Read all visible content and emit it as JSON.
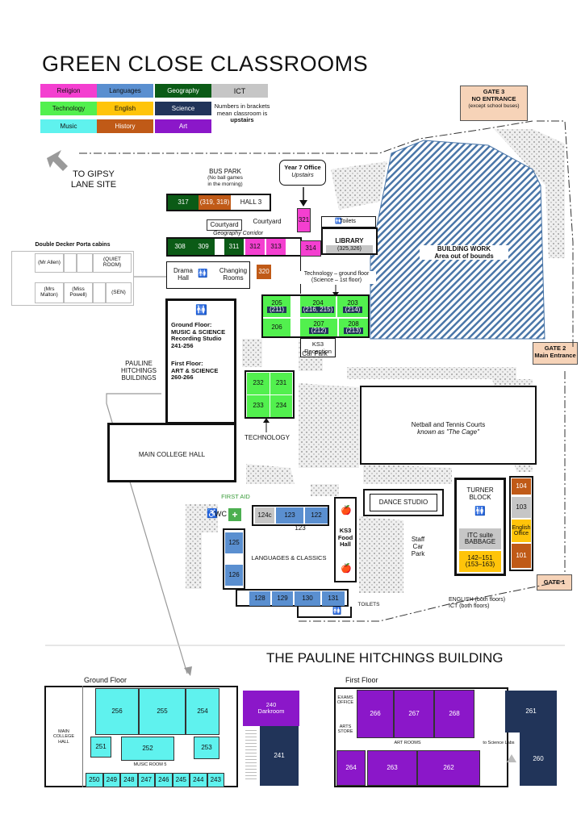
{
  "title": "GREEN CLOSE CLASSROOMS",
  "subtitle": "THE PAULINE HITCHINGS BUILDING",
  "colors": {
    "religion": "#f43fd0",
    "languages": "#5a8fd0",
    "geography": "#0b5b16",
    "ict": "#c6c6c6",
    "technology": "#52f04e",
    "english": "#ffc40a",
    "science": "#213459",
    "music": "#5ff2ee",
    "history": "#c05a17",
    "art": "#8b17c9",
    "gate": "#f6d3b8",
    "hatch": "#4a76a8"
  },
  "legend": {
    "religion": "Religion",
    "languages": "Languages",
    "geography": "Geography",
    "ict": "ICT",
    "technology": "Technology",
    "english": "English",
    "science": "Science",
    "music": "Music",
    "history": "History",
    "art": "Art",
    "note_line1": "Numbers in brackets",
    "note_line2": "mean classroom is",
    "note_line3": "upstairs"
  },
  "gates": {
    "g3_title": "GATE 3",
    "g3_line2": "NO ENTRANCE",
    "g3_line3": "(except school buses)",
    "g2_title": "GATE 2",
    "g2_line2": "Main Entrance",
    "g1_title": "GATE 1"
  },
  "labels": {
    "gipsy1": "TO GIPSY",
    "gipsy2": "LANE SITE",
    "bus_park": "BUS PARK",
    "bus_park_note1": "(No ball games",
    "bus_park_note2": "in the morning)",
    "y7_title": "Year 7 Office",
    "y7_sub": "Upstairs",
    "courtyard1": "Courtyard",
    "courtyard2": "Courtyard",
    "geo_corridor": "Geography Corridor",
    "toilets": "Toilets",
    "library": "LIBRARY",
    "library_rooms": "(325,326)",
    "building_work1": "BUILDING WORK",
    "building_work2": "Area out of bounds",
    "porta_title": "Double Decker Porta cabins",
    "porta_allen": "(Mr Allen)",
    "porta_quiet": "(QUIET ROOM)",
    "porta_malton": "(Mrs Malton)",
    "porta_powell": "(Miss Powell)",
    "porta_sen": "(SEN)",
    "drama1": "Drama",
    "drama2": "Hall",
    "changing1": "Changing",
    "changing2": "Rooms",
    "tech_note1": "Technology – ground floor",
    "tech_note2": "(Science – 1st floor)",
    "ks3_reception1": "KS3",
    "ks3_reception2": "Reception",
    "pauline1": "PAULINE",
    "pauline2": "HITCHINGS",
    "pauline3": "BUILDINGS",
    "ph_ground": "Ground Floor:",
    "ph_ground_a": "MUSIC & SCIENCE",
    "ph_ground_b": "Recording Studio",
    "ph_ground_c": "241-256",
    "ph_first": "First Floor:",
    "ph_first_a": "ART & SCIENCE",
    "ph_first_b": "260-266",
    "car_park": "Car Park",
    "technology": "TECHNOLOGY",
    "netball1": "Netball and Tennis Courts",
    "netball2": "known as \"The Cage\"",
    "main_hall": "MAIN COLLEGE HALL",
    "first_aid": "FIRST AID",
    "wc": "WC",
    "dance": "DANCE STUDIO",
    "turner1": "TURNER",
    "turner2": "BLOCK",
    "itc1": "ITC suite",
    "itc2": "BABBAGE",
    "r142a": "142–151",
    "r142b": "(153–163)",
    "english_office1": "English",
    "english_office2": "Office",
    "staff1": "Staff",
    "staff2": "Car",
    "staff3": "Park",
    "langclass": "LANGUAGES & CLASSICS",
    "ks3food1": "KS3",
    "ks3food2": "Food",
    "ks3food3": "Hall",
    "toilets2": "TOILETS",
    "eng_ict1": "ENGLISH  (both floors)",
    "eng_ict2": "ICT  (both floors)",
    "ground_floor": "Ground Floor",
    "first_floor": "First Floor",
    "main_college_hall_small1": "MAIN",
    "main_college_hall_small2": "COLLEGE",
    "main_college_hall_small3": "HALL",
    "music_rooms": "MUSIC ROOM  5",
    "darkroom": "Darkroom",
    "exams1": "EXAMS",
    "exams2": "OFFICE",
    "arts1": "ARTS",
    "arts2": "STORE",
    "art_rooms": "ART ROOMS",
    "to_science": "to Science Labs",
    "r123_label": "123"
  },
  "rooms": {
    "r317": "317",
    "r319": "(319, 318)",
    "hall3": "HALL 3",
    "r321": "321",
    "r308": "308",
    "r309": "309",
    "r311": "311",
    "r312": "312",
    "r313": "313",
    "r314": "314",
    "r320": "320",
    "r205a": "205",
    "r205b": "(211)",
    "r204a": "204",
    "r204b": "(216, 215)",
    "r203a": "203",
    "r203b": "(214)",
    "r206": "206",
    "r207a": "207",
    "r207b": "(212)",
    "r208a": "208",
    "r208b": "(213)",
    "r232": "232",
    "r231": "231",
    "r233": "233",
    "r234": "234",
    "r124c": "124c",
    "r123": "123",
    "r122": "122",
    "r125": "125",
    "r126": "126",
    "r128": "128",
    "r129": "129",
    "r130": "130",
    "r131": "131",
    "r104": "104",
    "r103": "103",
    "r101": "101",
    "r256": "256",
    "r255": "255",
    "r254": "254",
    "r251": "251",
    "r252": "252",
    "r253": "253",
    "r250": "250",
    "r249": "249",
    "r248": "248",
    "r247": "247",
    "r246": "246",
    "r245": "245",
    "r244": "244",
    "r243": "243",
    "r240": "240",
    "r241": "241",
    "r266": "266",
    "r267": "267",
    "r268": "268",
    "r261": "261",
    "r264": "264",
    "r263": "263",
    "r262": "262",
    "r260": "260"
  }
}
